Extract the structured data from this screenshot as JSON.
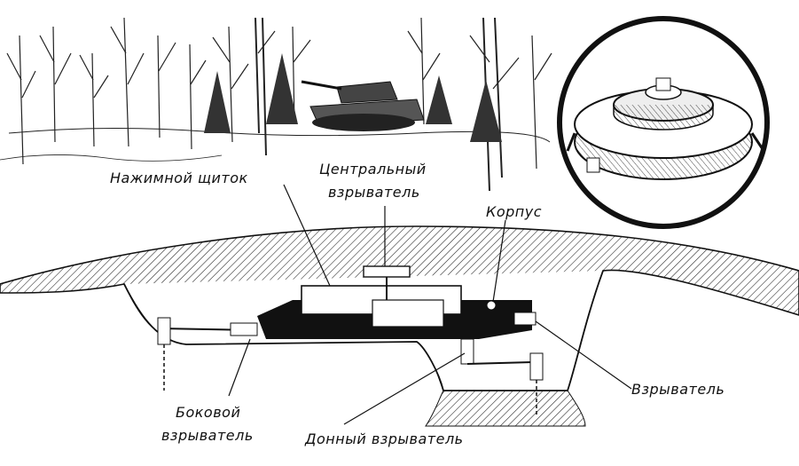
{
  "labels": {
    "pressure_plate": "Нажимной щиток",
    "central_fuze_line1": "Центральный",
    "central_fuze_line2": "взрыватель",
    "body": "Корпус",
    "fuze": "Взрыватель",
    "side_fuze_line1": "Боковой",
    "side_fuze_line2": "взрыватель",
    "bottom_fuze": "Донный взрыватель"
  },
  "icons": [
    "tank-icon",
    "mine-inset-icon",
    "tree-icon"
  ]
}
